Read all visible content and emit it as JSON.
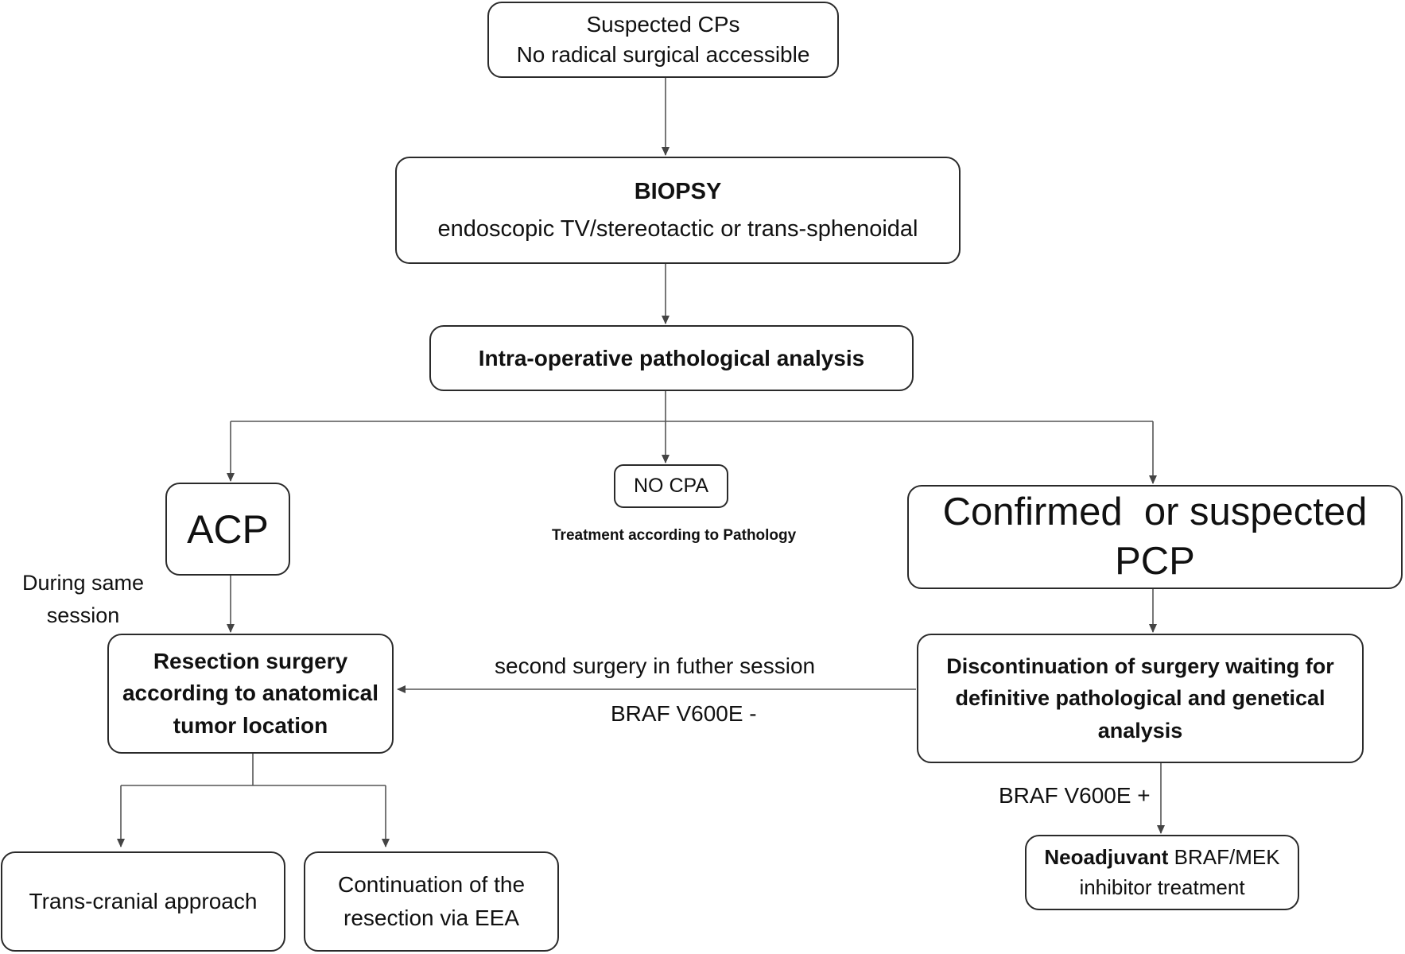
{
  "nodes": {
    "suspected": {
      "line1": "Suspected CPs",
      "line2": "No radical surgical accessible"
    },
    "biopsy": {
      "title": "BIOPSY",
      "subtitle": "endoscopic TV/stereotactic or trans-sphenoidal"
    },
    "intraop": {
      "label": "Intra-operative pathological analysis"
    },
    "no_cpa": {
      "label": "NO CPA",
      "note": "Treatment according to Pathology"
    },
    "acp": {
      "label": "ACP"
    },
    "pcp": {
      "line1": "Confirmed  or suspected",
      "line2": "PCP"
    },
    "resection": {
      "line1": "Resection surgery",
      "line2": "according to anatomical",
      "line3": "tumor location"
    },
    "discontinuation": {
      "line1": "Discontinuation of surgery waiting for",
      "line2": "definitive pathological and genetical",
      "line3": "analysis"
    },
    "transcranial": {
      "label": "Trans-cranial approach"
    },
    "eea": {
      "line1": "Continuation of the",
      "line2": "resection via EEA"
    },
    "neoadjuvant": {
      "bold": "Neoadjuvant",
      "rest": " BRAF/MEK",
      "line2": "inhibitor treatment"
    }
  },
  "edge_labels": {
    "same_session": {
      "line1": "During same",
      "line2": "session"
    },
    "second_surgery": "second surgery in futher session",
    "braf_neg": "BRAF V600E -",
    "braf_pos": "BRAF V600E +"
  },
  "colors": {
    "line": "#555555",
    "border": "#2a2a2a"
  }
}
